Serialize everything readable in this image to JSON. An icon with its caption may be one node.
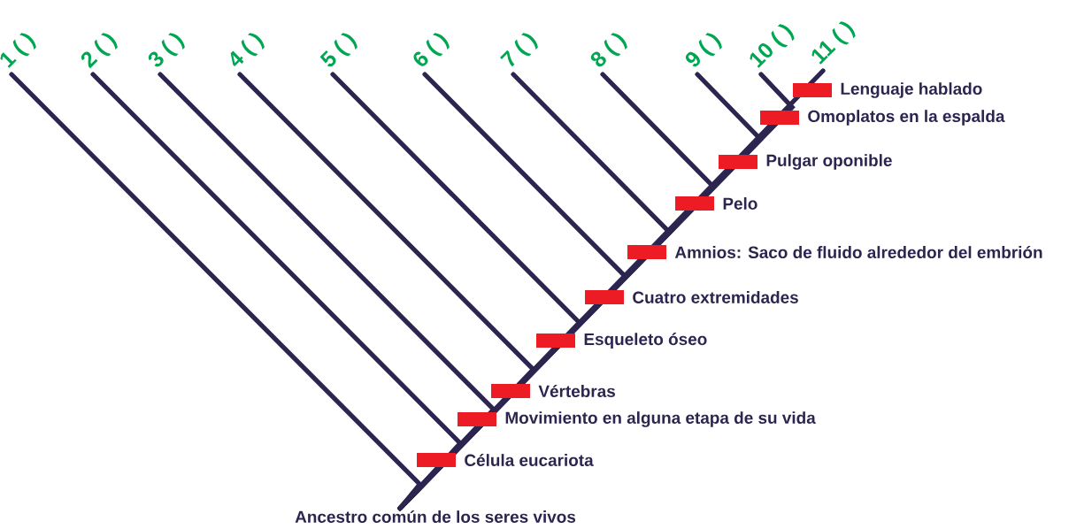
{
  "diagram": {
    "nodes": [
      {
        "text": [
          "1 ( )"
        ]
      },
      {
        "text": [
          "2 ( )"
        ]
      },
      {
        "text": [
          "3 ( )"
        ]
      },
      {
        "text": [
          "4 ( )"
        ]
      },
      {
        "text": [
          "5 ( )"
        ]
      },
      {
        "text": [
          "6 ( )"
        ]
      },
      {
        "text": [
          "7 ( )"
        ]
      },
      {
        "text": [
          "8 ( )"
        ]
      },
      {
        "text": [
          "9 ( )"
        ]
      },
      {
        "text": [
          "10 ( )"
        ]
      },
      {
        "text": [
          "11 ( )"
        ]
      },
      {
        "text": [
          "Ancestro común de los seres vivos"
        ]
      }
    ],
    "edges": [
      {
        "from": 11,
        "to": 0,
        "arrow": "none"
      },
      {
        "from": 11,
        "to": 1,
        "arrow": "none"
      },
      {
        "from": 11,
        "to": 2,
        "arrow": "none"
      },
      {
        "from": 11,
        "to": 3,
        "arrow": "none"
      },
      {
        "from": 11,
        "to": 4,
        "arrow": "none"
      },
      {
        "from": 11,
        "to": 5,
        "arrow": "none"
      },
      {
        "from": 11,
        "to": 6,
        "arrow": "none"
      },
      {
        "from": 11,
        "to": 7,
        "arrow": "none"
      },
      {
        "from": 11,
        "to": 8,
        "arrow": "none"
      },
      {
        "from": 11,
        "to": 9,
        "arrow": "none"
      },
      {
        "from": 11,
        "to": 10,
        "arrow": "none"
      }
    ],
    "labels": [
      "Lenguaje hablado",
      "Omoplatos en la espalda",
      "Pulgar oponible",
      "Pelo",
      "Amnios: Saco de fluido alrededor del embrión",
      "Cuatro extremidades",
      "Esqueleto óseo",
      "Vértebras",
      "Movimiento en alguna etapa de su vida",
      "Célula eucariota"
    ]
  }
}
